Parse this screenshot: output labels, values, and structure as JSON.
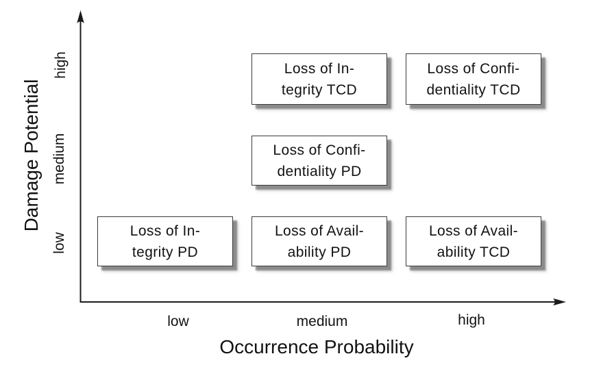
{
  "figure": {
    "x_axis": {
      "title": "Occurrence Probability",
      "tick_labels": [
        "low",
        "medium",
        "high"
      ]
    },
    "y_axis": {
      "title": "Damage Potential",
      "tick_labels": [
        "low",
        "medium",
        "high"
      ]
    },
    "colors": {
      "background": "#ffffff",
      "axis": "#1b1b1b",
      "box_border": "#3a3a3a",
      "box_fill": "#ffffff",
      "box_shadow": "#8d8d8d",
      "text": "#121212"
    }
  },
  "nodes": [
    {
      "id": "loss-of-integrity-tcd",
      "line1": "Loss of In-",
      "line2": "tegrity TCD",
      "occurrence": "medium",
      "damage": "high"
    },
    {
      "id": "loss-of-confidentiality-tcd",
      "line1": "Loss of Confi-",
      "line2": "dentiality TCD",
      "occurrence": "high",
      "damage": "high"
    },
    {
      "id": "loss-of-confidentiality-pd",
      "line1": "Loss of Confi-",
      "line2": "dentiality PD",
      "occurrence": "medium",
      "damage": "medium"
    },
    {
      "id": "loss-of-integrity-pd",
      "line1": "Loss of In-",
      "line2": "tegrity PD",
      "occurrence": "low",
      "damage": "low"
    },
    {
      "id": "loss-of-availability-pd",
      "line1": "Loss of Avail-",
      "line2": "ability PD",
      "occurrence": "medium",
      "damage": "low"
    },
    {
      "id": "loss-of-availability-tcd",
      "line1": "Loss of Avail-",
      "line2": "ability TCD",
      "occurrence": "high",
      "damage": "low"
    }
  ],
  "chart_data": {
    "type": "scatter",
    "title": "",
    "xlabel": "Occurrence Probability",
    "ylabel": "Damage Potential",
    "x_categories": [
      "low",
      "medium",
      "high"
    ],
    "y_categories": [
      "low",
      "medium",
      "high"
    ],
    "grid": false,
    "legend": false,
    "points": [
      {
        "label": "Loss of Integrity TCD",
        "x": "medium",
        "y": "high"
      },
      {
        "label": "Loss of Confidentiality TCD",
        "x": "high",
        "y": "high"
      },
      {
        "label": "Loss of Confidentiality PD",
        "x": "medium",
        "y": "medium"
      },
      {
        "label": "Loss of Integrity PD",
        "x": "low",
        "y": "low"
      },
      {
        "label": "Loss of Availability PD",
        "x": "medium",
        "y": "low"
      },
      {
        "label": "Loss of Availability TCD",
        "x": "high",
        "y": "low"
      }
    ]
  }
}
